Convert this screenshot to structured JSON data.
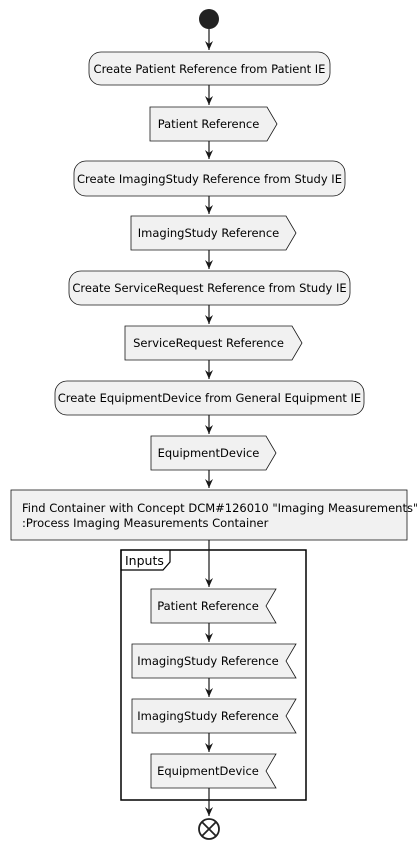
{
  "steps": [
    {
      "kind": "action",
      "text": "Create Patient Reference from Patient IE"
    },
    {
      "kind": "send",
      "text": "Patient Reference"
    },
    {
      "kind": "action",
      "text": "Create ImagingStudy Reference from Study IE"
    },
    {
      "kind": "send",
      "text": "ImagingStudy Reference"
    },
    {
      "kind": "action",
      "text": "Create ServiceRequest Reference from Study IE"
    },
    {
      "kind": "send",
      "text": "ServiceRequest Reference"
    },
    {
      "kind": "action",
      "text": "Create EquipmentDevice from General Equipment IE"
    },
    {
      "kind": "send",
      "text": "EquipmentDevice"
    }
  ],
  "process_box": {
    "line1": "Find Container with Concept DCM#126010 \"Imaging Measurements\"",
    "line2": ":Process Imaging Measurements Container"
  },
  "inputs_group": {
    "title": "Inputs",
    "items": [
      {
        "kind": "receive",
        "text": "Patient Reference"
      },
      {
        "kind": "receive",
        "text": "ImagingStudy Reference"
      },
      {
        "kind": "receive",
        "text": "ImagingStudy Reference"
      },
      {
        "kind": "receive",
        "text": "EquipmentDevice"
      }
    ]
  },
  "colors": {
    "node_fill": "#f1f1f1",
    "stroke": "#181818",
    "frame": "#000000"
  }
}
